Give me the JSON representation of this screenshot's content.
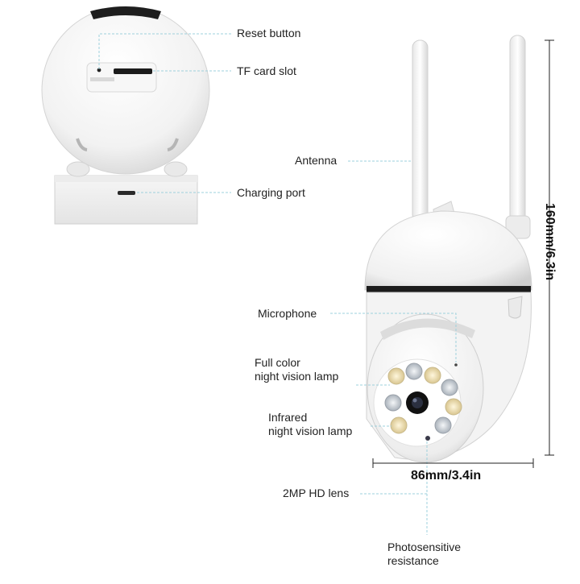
{
  "labels": {
    "reset_button": "Reset button",
    "tf_card_slot": "TF card slot",
    "charging_port": "Charging port",
    "antenna": "Antenna",
    "microphone": "Microphone",
    "full_color_line1": "Full color",
    "full_color_line2": "night vision lamp",
    "infrared_line1": "Infrared",
    "infrared_line2": "night vision lamp",
    "lens": "2MP HD lens",
    "photo_line1": "Photosensitive",
    "photo_line2": "resistance"
  },
  "dimensions": {
    "height": "160mm/6.3in",
    "width": "86mm/3.4in"
  },
  "colors": {
    "leader_line": "#9ed0dc",
    "body": "#f4f4f4",
    "dark_band": "#1c1c1c",
    "warm_led": "#f3e2b0",
    "ir_led": "#d8dde3"
  }
}
